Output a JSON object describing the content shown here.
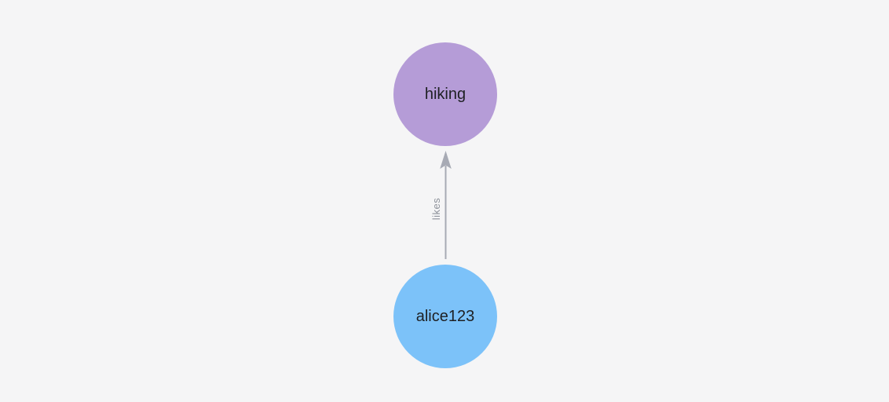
{
  "canvas": {
    "background": "#f5f5f6"
  },
  "graph": {
    "nodes": [
      {
        "id": "hiking",
        "label": "hiking",
        "color": "#b59cd7",
        "text_color": "#1e2023"
      },
      {
        "id": "alice123",
        "label": "alice123",
        "color": "#7cc2f9",
        "text_color": "#1e2023"
      }
    ],
    "edges": [
      {
        "from": "alice123",
        "to": "hiking",
        "label": "likes",
        "color": "#a7aab4",
        "label_color": "#8e929b"
      }
    ]
  }
}
